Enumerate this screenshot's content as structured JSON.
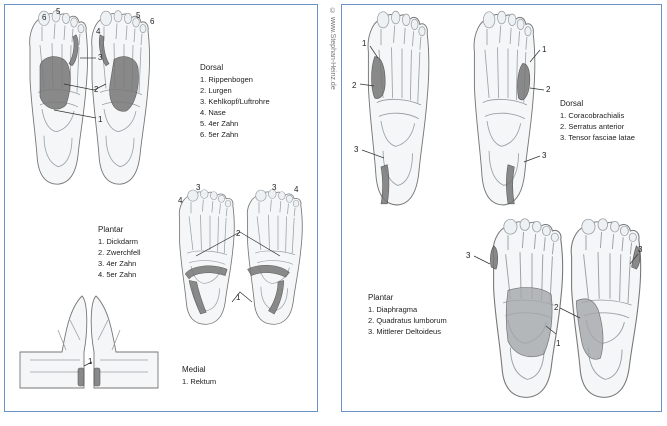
{
  "copyright": "© www.Stephan-Heinz.de",
  "left": {
    "dorsal": {
      "title": "Dorsal",
      "items": [
        "1. Rippenbogen",
        "2. Lurgen",
        "3. Kehlkopf/Luftrohre",
        "4. Nase",
        "5. 4er Zahn",
        "6. 5er Zahn"
      ]
    },
    "plantar": {
      "title": "Plantar",
      "items": [
        "1. Dickdarm",
        "2. Zwerchfell",
        "3. 4er Zahn",
        "4. 5er Zahn"
      ]
    },
    "medial": {
      "title": "Medial",
      "items": [
        "1. Rektum"
      ]
    }
  },
  "right": {
    "dorsal": {
      "title": "Dorsal",
      "items": [
        "1. Coracobrachialis",
        "2. Serratus anterior",
        "3. Tensor fasciae latae"
      ]
    },
    "plantar": {
      "title": "Plantar",
      "items": [
        "1. Diaphragma",
        "2. Quadratus lumborum",
        "3. Mittlerer Deltoideus"
      ]
    }
  },
  "callouts": {
    "n1": "1",
    "n2": "2",
    "n3": "3",
    "n4": "4",
    "n5": "5",
    "n6": "6"
  }
}
